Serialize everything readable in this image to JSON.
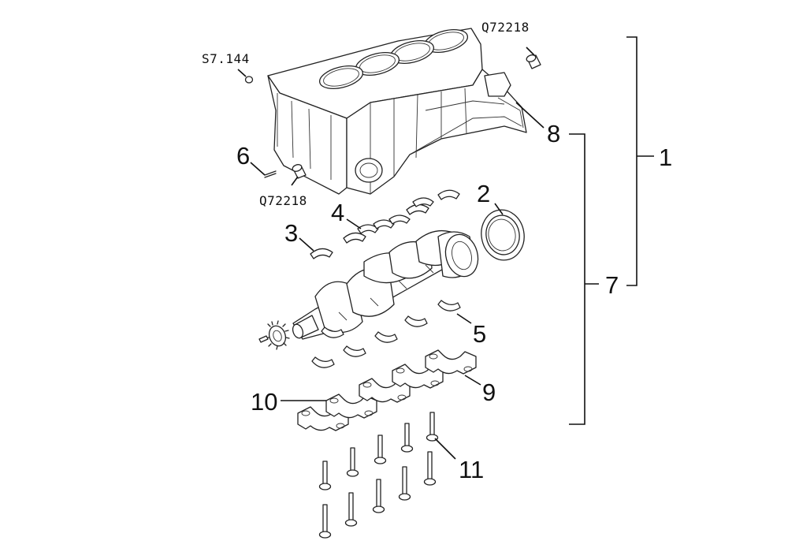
{
  "codes": {
    "top_right": "Q72218",
    "top_left": "S7.144",
    "middle_left": "Q72218"
  },
  "callouts": {
    "c1": "1",
    "c2": "2",
    "c3": "3",
    "c4": "4",
    "c5": "5",
    "c6": "6",
    "c7": "7",
    "c8": "8",
    "c9": "9",
    "c10": "10",
    "c11": "11"
  }
}
